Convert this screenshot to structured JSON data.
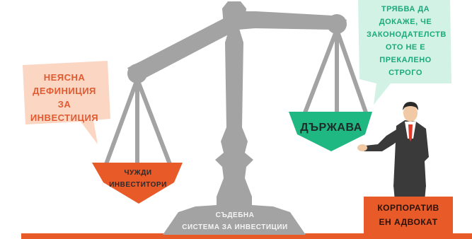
{
  "left_bubble": {
    "text": "НЕЯСНА\nДЕФИНИЦИЯ ЗА\nИНВЕСТИЦИЯ"
  },
  "right_bubble": {
    "text": "ТРЯБВА ДА\nДОКАЖЕ, ЧЕ\nЗАКОНОДАТЕЛСТВ\nОТО  НЕ Е\nПРЕКАЛЕНО\nСТРОГО"
  },
  "left_pan": {
    "label": "ЧУЖДИ\nИНВЕСТИТОРИ"
  },
  "right_pan": {
    "label": "ДЪРЖАВА"
  },
  "scale_base": {
    "label": "СЪДЕБНА\nСИСТЕМА ЗА ИНВЕСТИЦИИ"
  },
  "lawyer_box": {
    "label": "КОРПОРАТИВ\nЕН АДВОКАТ"
  },
  "colors": {
    "scale_gray": "#a3a3a3",
    "orange": "#e85a28",
    "light_salmon": "#fbd6c3",
    "green": "#1fb882",
    "light_mint": "#d2f2e6",
    "suit_dark": "#3a3a3a"
  }
}
